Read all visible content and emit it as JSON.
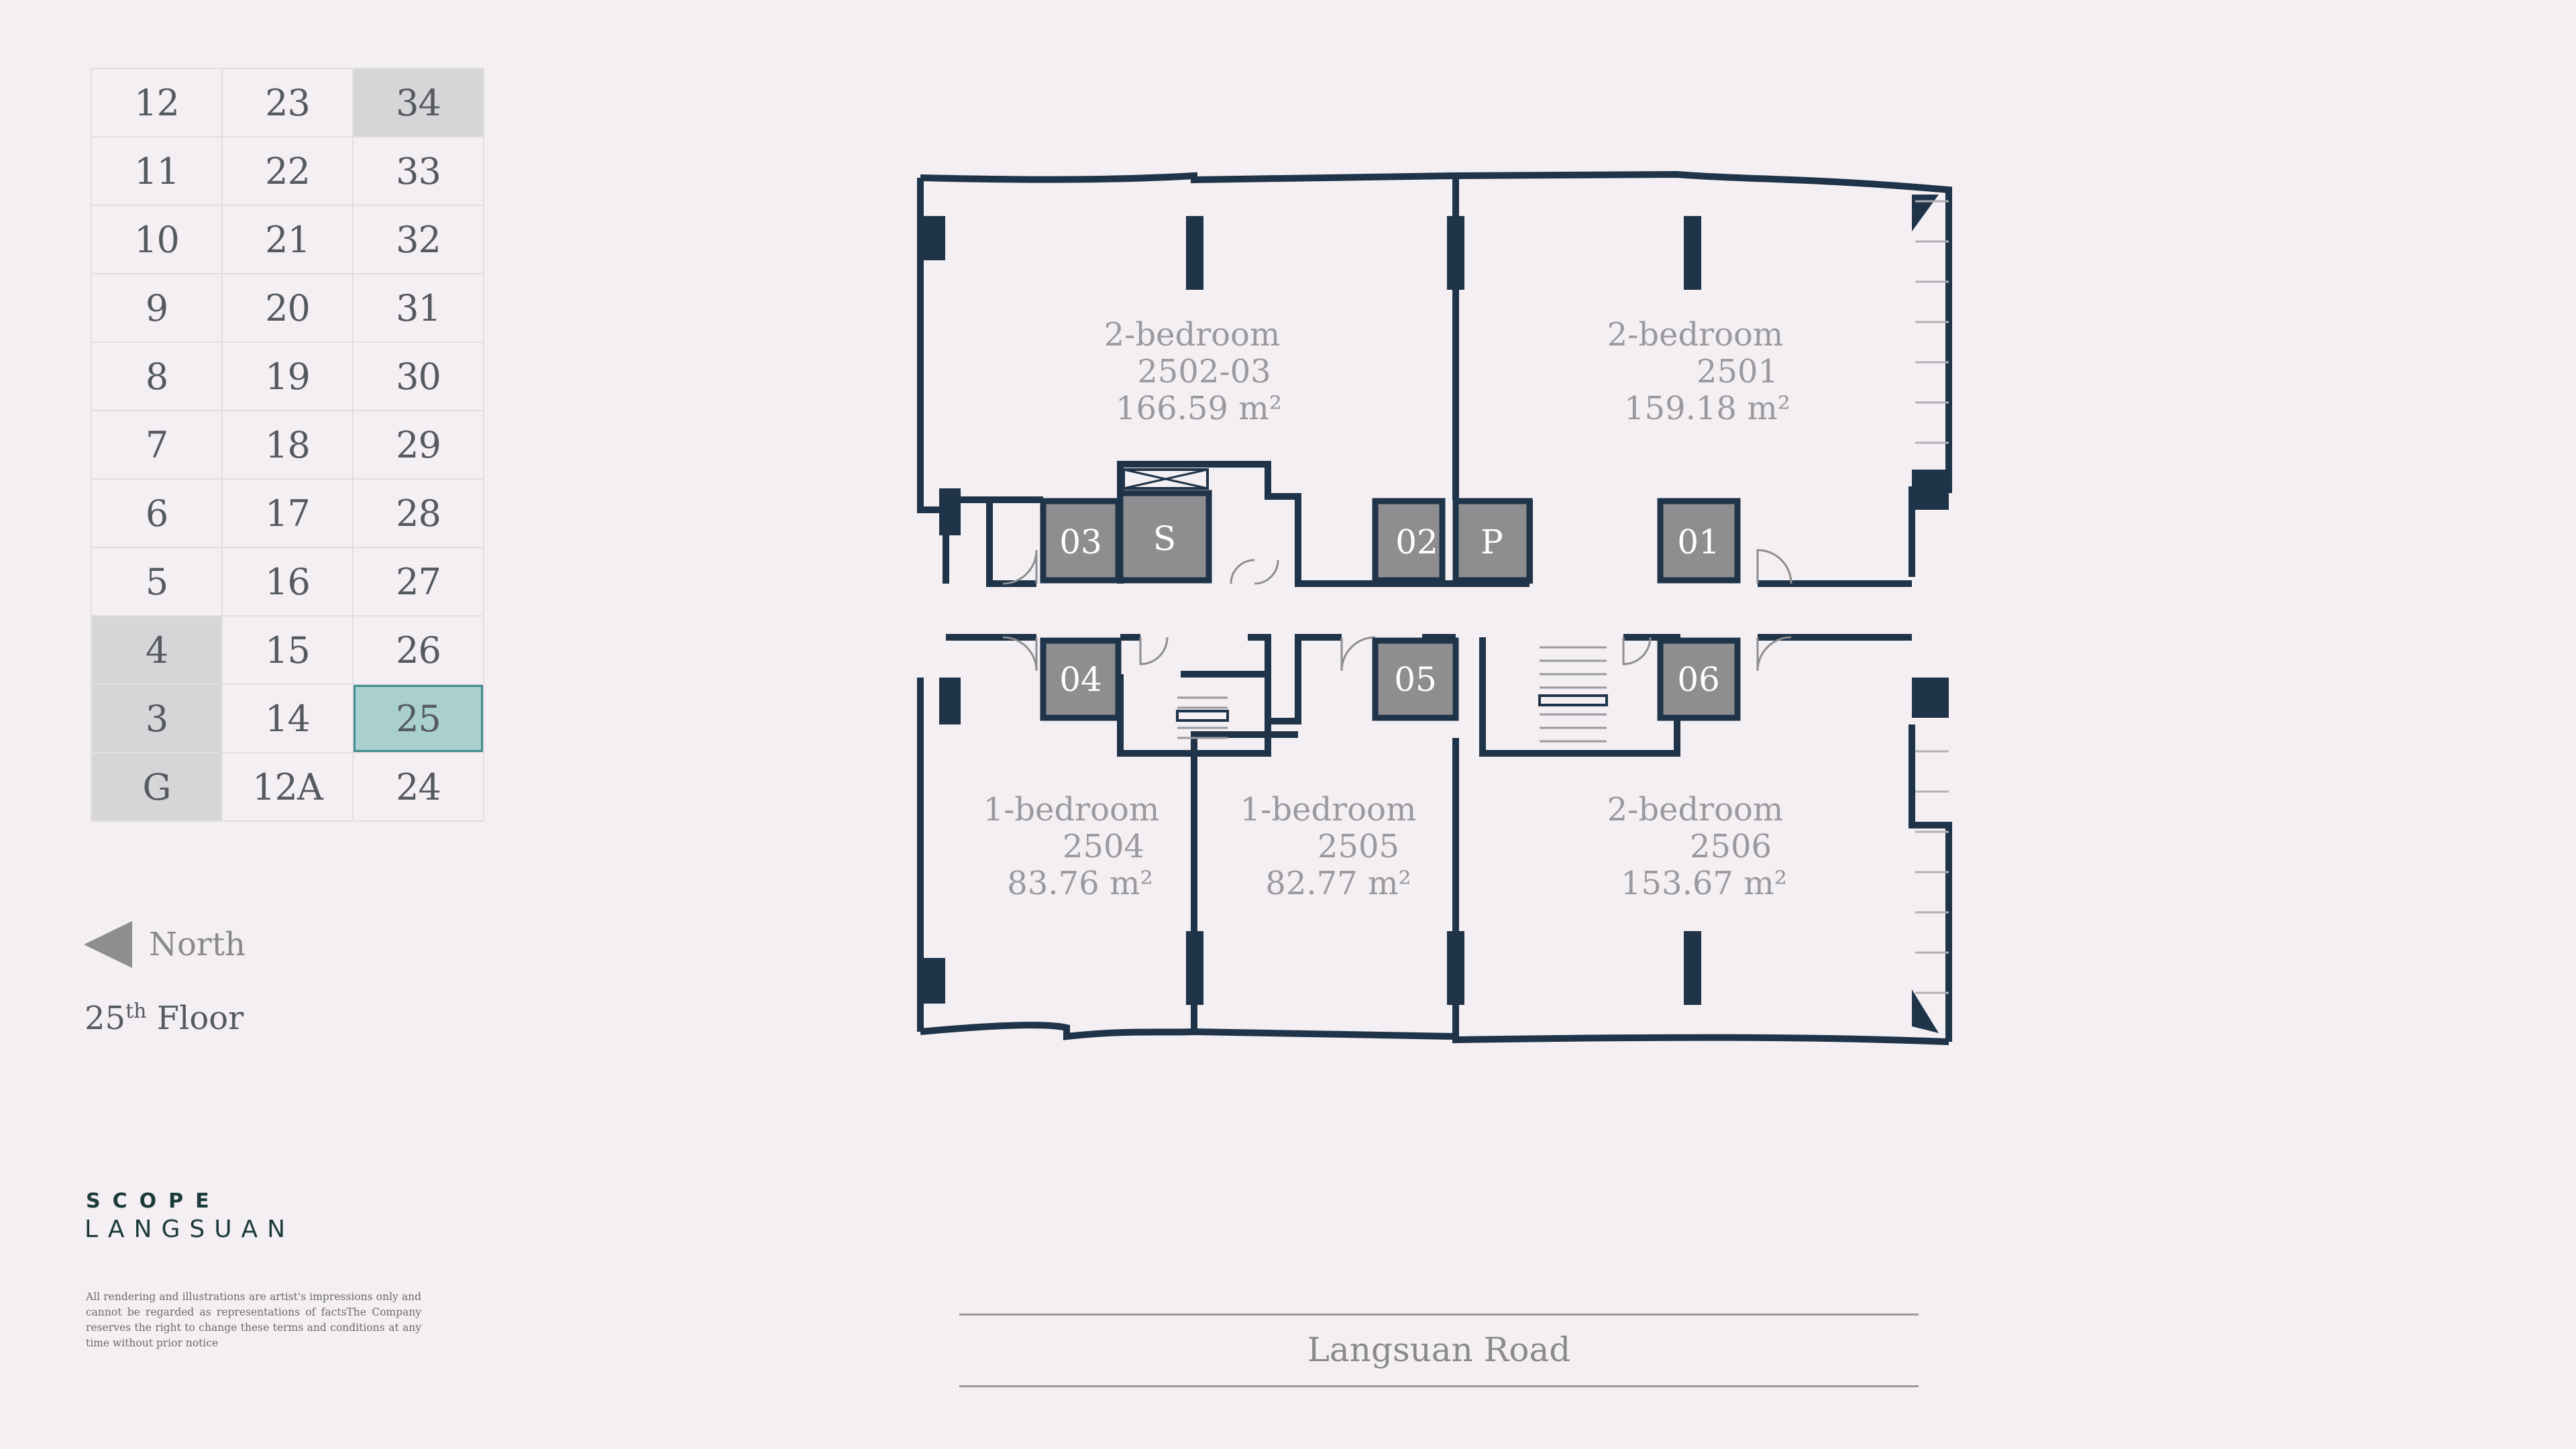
{
  "floor_selector": {
    "rows": [
      [
        {
          "label": "12",
          "state": "available"
        },
        {
          "label": "23",
          "state": "available"
        },
        {
          "label": "34",
          "state": "unavailable"
        }
      ],
      [
        {
          "label": "11",
          "state": "available"
        },
        {
          "label": "22",
          "state": "available"
        },
        {
          "label": "33",
          "state": "available"
        }
      ],
      [
        {
          "label": "10",
          "state": "available"
        },
        {
          "label": "21",
          "state": "available"
        },
        {
          "label": "32",
          "state": "available"
        }
      ],
      [
        {
          "label": "9",
          "state": "available"
        },
        {
          "label": "20",
          "state": "available"
        },
        {
          "label": "31",
          "state": "available"
        }
      ],
      [
        {
          "label": "8",
          "state": "available"
        },
        {
          "label": "19",
          "state": "available"
        },
        {
          "label": "30",
          "state": "available"
        }
      ],
      [
        {
          "label": "7",
          "state": "available"
        },
        {
          "label": "18",
          "state": "available"
        },
        {
          "label": "29",
          "state": "available"
        }
      ],
      [
        {
          "label": "6",
          "state": "available"
        },
        {
          "label": "17",
          "state": "available"
        },
        {
          "label": "28",
          "state": "available"
        }
      ],
      [
        {
          "label": "5",
          "state": "available"
        },
        {
          "label": "16",
          "state": "available"
        },
        {
          "label": "27",
          "state": "available"
        }
      ],
      [
        {
          "label": "4",
          "state": "unavailable"
        },
        {
          "label": "15",
          "state": "available"
        },
        {
          "label": "26",
          "state": "available"
        }
      ],
      [
        {
          "label": "3",
          "state": "unavailable"
        },
        {
          "label": "14",
          "state": "available"
        },
        {
          "label": "25",
          "state": "current"
        }
      ],
      [
        {
          "label": "G",
          "state": "unavailable"
        },
        {
          "label": "12A",
          "state": "available"
        },
        {
          "label": "24",
          "state": "available"
        }
      ]
    ]
  },
  "north_label": "North",
  "floor_title": {
    "number": "25",
    "suffix": "th",
    "word": "Floor"
  },
  "brand": {
    "line1": "SCOPE",
    "line2": "LANGSUAN"
  },
  "disclaimer": "All rendering and illustrations are artist's impressions only and cannot be regarded as representations of factsThe Company reserves the right to change these terms and conditions at any time without prior notice",
  "road_label": "Langsuan Road",
  "units": {
    "u2502_03": {
      "type": "2-bedroom",
      "number": "2502-03",
      "area": "166.59 m²"
    },
    "u2501": {
      "type": "2-bedroom",
      "number": "2501",
      "area": "159.18 m²"
    },
    "u2504": {
      "type": "1-bedroom",
      "number": "2504",
      "area": "83.76 m²"
    },
    "u2505": {
      "type": "1-bedroom",
      "number": "2505",
      "area": "82.77 m²"
    },
    "u2506": {
      "type": "2-bedroom",
      "number": "2506",
      "area": "153.67 m²"
    }
  },
  "core": {
    "l03": "03",
    "ls": "S",
    "l02": "02",
    "lp": "P",
    "l01": "01",
    "l04": "04",
    "l05": "05",
    "l06": "06"
  },
  "colors": {
    "wall": "#1f3349",
    "core": "#8e8e90",
    "highlight": "#a9cfcf",
    "unavailable": "#d6d6d8",
    "background": "#f3eff3"
  }
}
